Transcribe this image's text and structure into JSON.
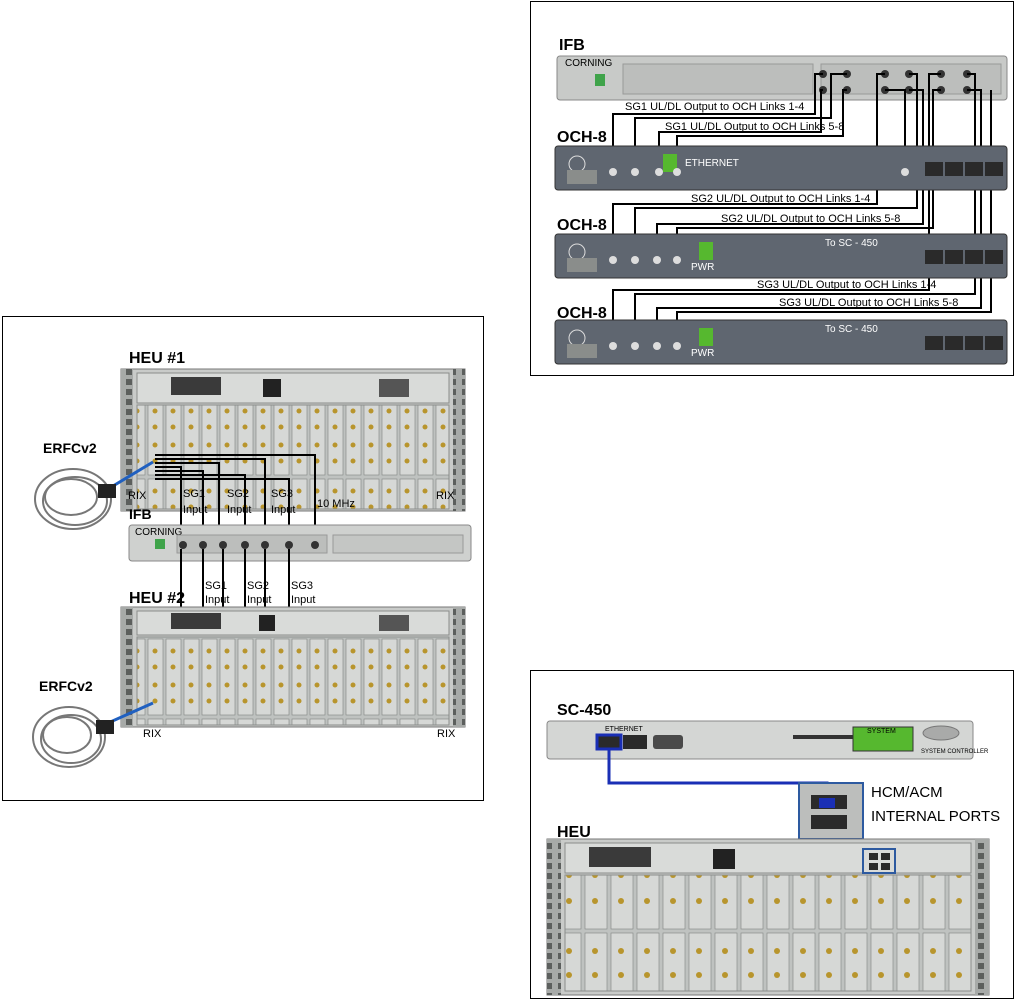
{
  "diagram1": {
    "heu1": "HEU #1",
    "heu2": "HEU #2",
    "ifb": "IFB",
    "erfc_top": "ERFCv2",
    "erfc_bottom": "ERFCv2",
    "rix_tl": "RIX",
    "rix_tr": "RIX",
    "rix_bl": "RIX",
    "rix_br": "RIX",
    "sg1_top": "SG1",
    "sg2_top": "SG2",
    "sg3_top": "SG3",
    "input_top": "Input",
    "tenmhz": "10 MHz",
    "sg1_bot": "SG1",
    "sg2_bot": "SG2",
    "sg3_bot": "SG3",
    "input_bot": "Input",
    "corning": "CORNING"
  },
  "diagram2": {
    "ifb": "IFB",
    "och1": "OCH-8",
    "och2": "OCH-8",
    "och3": "OCH-8",
    "labels": [
      "SG1 UL/DL Output to OCH Links 1-4",
      "SG1 UL/DL Output to OCH Links 5-8",
      "SG2 UL/DL Output to OCH Links 1-4",
      "SG2 UL/DL Output to OCH Links 5-8",
      "SG3 UL/DL Output to OCH Links 1-4",
      "SG3 UL/DL Output to OCH Links 5-8"
    ],
    "corning": "CORNING",
    "ethernet": "ETHERNET",
    "pwr": "PWR",
    "to_sc": "To SC - 450"
  },
  "diagram3": {
    "sc450": "SC-450",
    "heu": "HEU",
    "hcm_line1": "HCM/ACM",
    "hcm_line2": "INTERNAL PORTS",
    "system": "SYSTEM",
    "system_controller": "SYSTEM CONTROLLER",
    "ethernet": "ETHERNET"
  },
  "colors": {
    "chassis": "#c9cbc9",
    "chassis_dark": "#8f9290",
    "och_panel": "#5f6670",
    "cable": "#000000",
    "blue_cable": "#1a2fb5",
    "box_blue": "#2d5aa0",
    "display_green": "#56b82f"
  }
}
